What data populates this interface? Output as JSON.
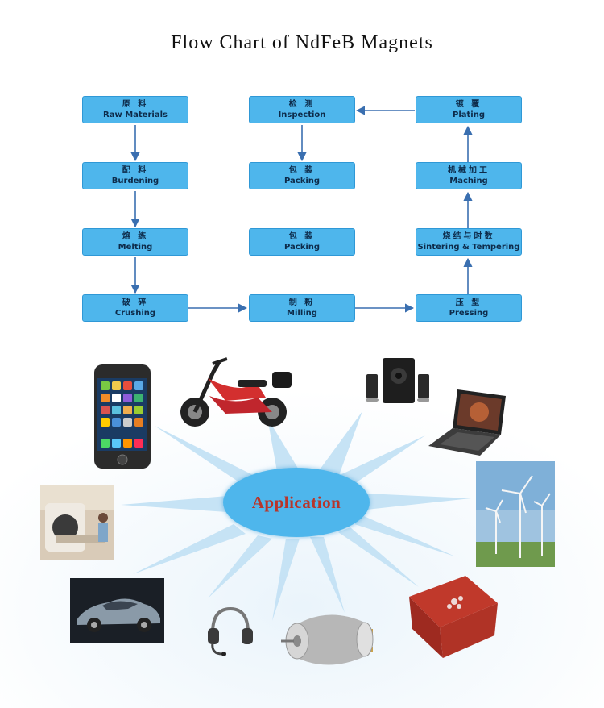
{
  "title": "Flow Chart of NdFeB Magnets",
  "steps": {
    "raw_materials": {
      "cn": "原 料",
      "en": "Raw Materials"
    },
    "burdening": {
      "cn": "配 料",
      "en": "Burdening"
    },
    "melting": {
      "cn": "熔 练",
      "en": "Melting"
    },
    "crushing": {
      "cn": "破 碎",
      "en": "Crushing"
    },
    "inspection": {
      "cn": "检 测",
      "en": "Inspection"
    },
    "packing_1": {
      "cn": "包 装",
      "en": "Packing"
    },
    "packing_2": {
      "cn": "包 装",
      "en": "Packing"
    },
    "milling": {
      "cn": "制 粉",
      "en": "Milling"
    },
    "plating": {
      "cn": "镀 覆",
      "en": "Plating"
    },
    "maching": {
      "cn": "机械加工",
      "en": "Maching"
    },
    "sintering": {
      "cn": "烧结与时数",
      "en": "Sintering & Tempering"
    },
    "pressing": {
      "cn": "压 型",
      "en": "Pressing"
    }
  },
  "application": {
    "label": "Application",
    "items": [
      "smartphone",
      "electric-scooter",
      "computer-speakers",
      "laptop",
      "wind-turbines",
      "gift-box",
      "dc-motor",
      "headset",
      "sports-car",
      "mri-scanner"
    ]
  },
  "colors": {
    "box": "#4eb6ec",
    "box_border": "#2f98d6",
    "arrow": "#3a6fb0",
    "hub_text": "#b8352a",
    "rays": "#bfe0f4"
  }
}
